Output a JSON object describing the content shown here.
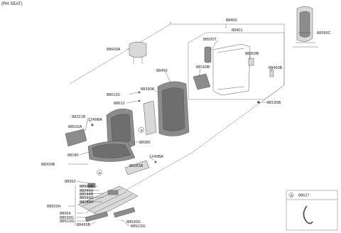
{
  "header": {
    "title": "(RH SEAT)"
  },
  "labels": {
    "l88400": "88400",
    "l88401": "88401",
    "l88395C": "88395C",
    "l88600A": "88600A",
    "l88920T": "88920T",
    "l88359B": "88359B",
    "l88160B": "88160B",
    "l88460B": "88460B",
    "l88450": "88450",
    "l88390A": "88390A",
    "l88610C": "88610C",
    "l88610": "88610",
    "l88195B": "88195B",
    "l88221R": "88221R",
    "l1249BA_1": "1249BA",
    "l88522A": "88522A",
    "l88380": "88380",
    "l88180": "88180",
    "l1249BA_2": "1249BA",
    "l88200B": "88200B",
    "l88121R": "88121R",
    "l88952": "88952",
    "l88560R": "88560R",
    "l88245H": "88245H",
    "l88544R": "88544R",
    "l88191C": "88191C",
    "l88145H": "88145H",
    "l88502H": "88502H",
    "l88064": "88064",
    "l88530G": "88530G",
    "l885C0G": "885C0G",
    "l88455B": "88455B",
    "l88530G_2": "88530G",
    "l885C0G_2": "885C0G",
    "l88627": "88627",
    "callout_a": "a"
  },
  "colors": {
    "part_fill": "#d9d9d9",
    "part_dark": "#8c8c8c",
    "cushion_dark": "#6e6e6e"
  }
}
